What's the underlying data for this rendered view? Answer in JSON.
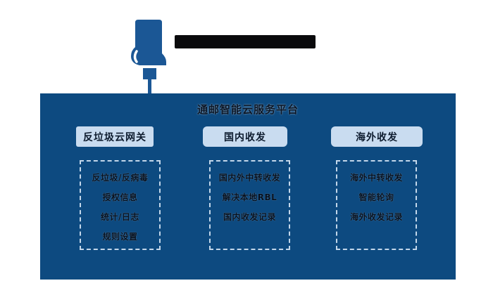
{
  "diagram": {
    "title": "通邮智能云服务平台",
    "columns": [
      {
        "header": "反垃圾云网关",
        "items": [
          "反垃圾/反病毒",
          "授权信息",
          "统计/日志",
          "规则设置"
        ]
      },
      {
        "header": "国内收发",
        "items": [
          "国内外中转收发",
          "解决本地RBL",
          "国内收发记录"
        ]
      },
      {
        "header": "海外收发",
        "items": [
          "海外中转收发",
          "智能轮询",
          "海外收发记录"
        ]
      }
    ]
  },
  "colors": {
    "platform_box": "#0d4a80",
    "pushpin": "#1b5795",
    "chip_background": "#c9dcf0",
    "chip_text": "#0d1b2e",
    "dashed_border": "#c3d7ea",
    "item_text": "#06101e",
    "title_text": "#0b1626",
    "caption_bar": "#0a0a0c"
  }
}
